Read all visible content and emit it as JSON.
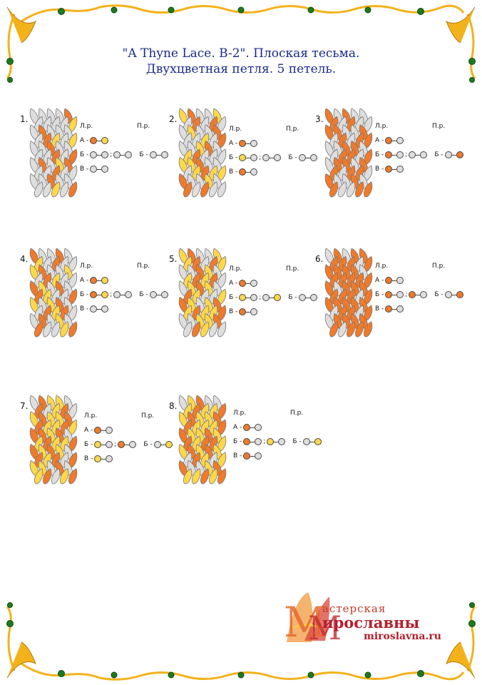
{
  "title": {
    "line1": "\"A Thyne Lace. B-2\". Плоская тесьма.",
    "line2": "Двухцветная петля. 5 петель."
  },
  "labels": {
    "left": "Л.р.",
    "right": "П.р.",
    "a": "А -",
    "b": "Б -",
    "v": "В -",
    "sep": ";"
  },
  "colors": {
    "gray": "#dedede",
    "orange": "#f07a2a",
    "yellow": "#ffd84a",
    "stroke": "#777777",
    "title": "#1a2a8c",
    "frame_gold": "#f3b21a",
    "frame_green": "#1f7a1f"
  },
  "diagrams": [
    {
      "num": "1.",
      "a": [
        "orange",
        "yellow"
      ],
      "b": [
        [
          "gray",
          "gray"
        ],
        [
          "gray",
          "gray"
        ]
      ],
      "b_right": [
        "gray",
        "gray"
      ],
      "v": [
        "gray",
        "gray"
      ],
      "braid": "ggggoggggygoggggoygyggoggggogogogyoggo"
    },
    {
      "num": "2.",
      "a": [
        "orange",
        "gray"
      ],
      "b": [
        [
          "yellow",
          "gray"
        ],
        [
          "gray",
          "gray"
        ]
      ],
      "b_right": [
        "gray",
        "gray"
      ],
      "v": [
        "orange",
        "gray"
      ],
      "braid": "yoggygogoggyggoggygoggyogyogggyyogggyoy"
    },
    {
      "num": "3.",
      "a": [
        "orange",
        "gray"
      ],
      "b": [
        [
          "orange",
          "gray"
        ],
        [
          "gray",
          "gray"
        ]
      ],
      "b_right": [
        "gray",
        "orange"
      ],
      "v": [
        "orange",
        "gray"
      ],
      "braid": "ogoggogoggooggogogooggooggoogogoogoogo"
    },
    {
      "num": "4.",
      "a": [
        "orange",
        "yellow"
      ],
      "b": [
        [
          "orange",
          "yellow"
        ],
        [
          "gray",
          "gray"
        ]
      ],
      "b_right": [
        "gray",
        "gray"
      ],
      "v": [
        "gray",
        "gray"
      ],
      "braid": "oggogygoggyoggygoyggoygogoyggoygyoggoy"
    },
    {
      "num": "5.",
      "a": [
        "orange",
        "gray"
      ],
      "b": [
        [
          "yellow",
          "gray"
        ],
        [
          "gray",
          "yellow"
        ]
      ],
      "b_right": [
        "gray",
        "gray"
      ],
      "v": [
        "orange",
        "gray"
      ],
      "braid": "yoggyyogoyggoygyoyoggyoygoyggyoygyoyoy"
    },
    {
      "num": "6.",
      "a": [
        "orange",
        "gray"
      ],
      "b": [
        [
          "orange",
          "gray"
        ],
        [
          "orange",
          "gray"
        ]
      ],
      "b_right": [
        "gray",
        "orange"
      ],
      "v": [
        "orange",
        "gray"
      ],
      "braid": "gogooooogooooogoooooogoooooogoooooogoo"
    },
    {
      "num": "7.",
      "a": [
        "orange",
        "gray"
      ],
      "b": [
        [
          "yellow",
          "gray"
        ],
        [
          "orange",
          "gray"
        ]
      ],
      "b_right": [
        "gray",
        "yellow"
      ],
      "v": [
        "yellow",
        "gray"
      ],
      "braid": "goyygogyogyoyyooyyoyooyogyoyyooyoygoyo"
    },
    {
      "num": "8.",
      "a": [
        "orange",
        "gray"
      ],
      "b": [
        [
          "orange",
          "gray"
        ],
        [
          "yellow",
          "gray"
        ]
      ],
      "b_right": [
        "gray",
        "yellow"
      ],
      "v": [
        "orange",
        "gray"
      ],
      "braid": "gyoggyoyyoyoyyooyyyooyyoyoyooyyoyoygoy"
    }
  ],
  "logo": {
    "line1": "астерская",
    "line2": "ирославны",
    "site": "miroslavna.ru",
    "initial1": "М",
    "initial2": "М"
  }
}
